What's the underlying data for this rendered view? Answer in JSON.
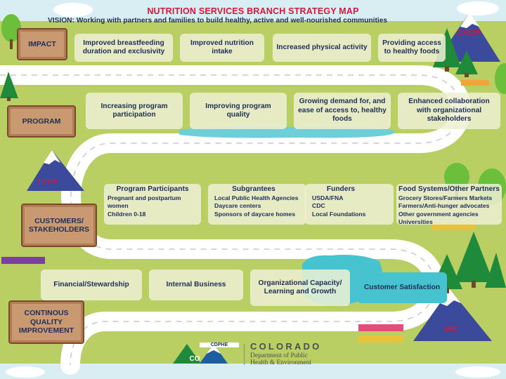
{
  "title": "NUTRITION SERVICES BRANCH STRATEGY MAP",
  "vision": "VISION: Working with partners and families to build healthy, active and well-nourished communities",
  "rows": {
    "impact": {
      "label": "IMPACT",
      "boxes": [
        "Improved breastfeeding duration and exclusivity",
        "Improved nutrition intake",
        "Increased physical activity",
        "Providing access to healthy foods"
      ]
    },
    "program": {
      "label": "PROGRAM",
      "boxes": [
        "Increasing program participation",
        "Improving program quality",
        "Growing demand for, and ease of access to, healthy foods",
        "Enhanced collaboration with organizational stakeholders"
      ]
    },
    "customers": {
      "label": "CUSTOMERS/ STAKEHOLDERS",
      "groups": [
        {
          "header": "Program Participants",
          "items": [
            "Pregnant and postpartum",
            "women",
            "Children 0-18"
          ]
        },
        {
          "header": "Subgrantees",
          "items": [
            "Local Public Health Agencies",
            "Daycare centers",
            "Sponsors of daycare homes"
          ]
        },
        {
          "header": "Funders",
          "items": [
            "USDA/FNA",
            "CDC",
            "Local Foundations"
          ]
        },
        {
          "header": "Food Systems/Other Partners",
          "items": [
            "Grocery Stores/Farmers Markets",
            "Farmers/Anti-hunger advocates",
            "Other government agencies",
            "Universities"
          ]
        }
      ]
    },
    "cqi": {
      "label": "CONTINOUS QUALITY IMPROVEMENT",
      "boxes": [
        "Financial/Stewardship",
        "Internal Business",
        "Organizational Capacity/ Learning and Growth",
        "Customer Satisfaction"
      ]
    }
  },
  "programs": {
    "cacfp": "CACFP",
    "ecop": "ECOP",
    "wic": "WIC"
  },
  "logo": {
    "badge": "CO",
    "badge_top": "CDPHE",
    "state": "COLORADO",
    "dept_line1": "Department of Public",
    "dept_line2": "Health & Environment"
  },
  "colors": {
    "title": "#d6163c",
    "text": "#1f2e57",
    "grass": "#b9cf63",
    "road": "#ffffff",
    "teal": "#46c3cf"
  }
}
